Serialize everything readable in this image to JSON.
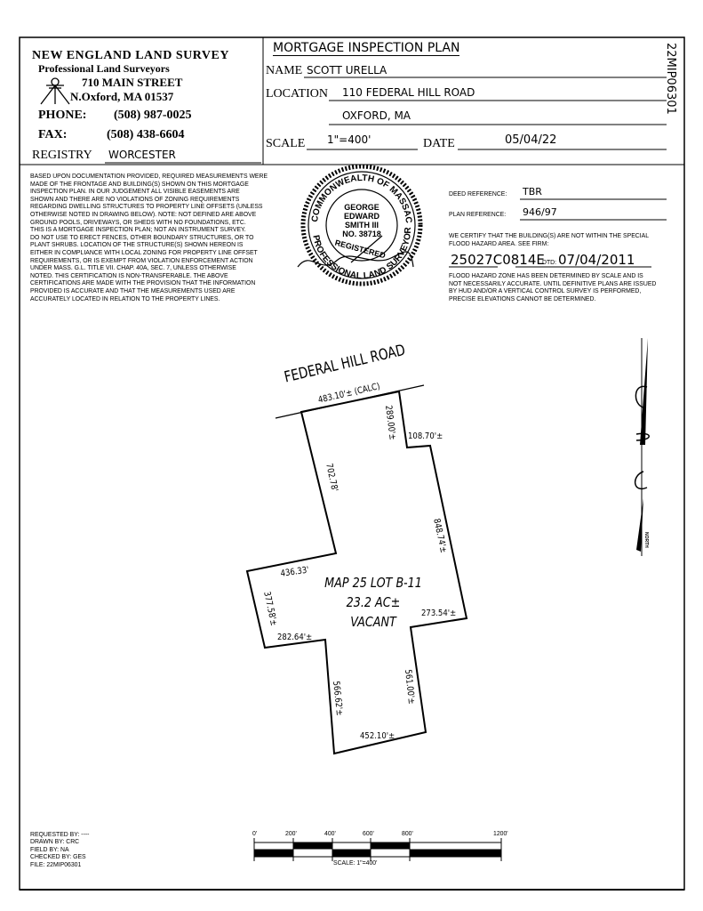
{
  "file_code_vertical": "22MIP06301",
  "company": {
    "name": "NEW ENGLAND LAND SURVEY",
    "subtitle": "Professional Land Surveyors",
    "street": "710 MAIN STREET",
    "city": "N.Oxford, MA   01537",
    "phone_label": "PHONE:",
    "phone": "(508) 987-0025",
    "fax_label": "FAX:",
    "fax": "(508) 438-6604",
    "logo_icon": "surveyor-tripod-icon"
  },
  "registry": {
    "label": "REGISTRY",
    "value": "WORCESTER"
  },
  "plan": {
    "title": "MORTGAGE   INSPECTION   PLAN",
    "name_label": "NAME",
    "name": "SCOTT URELLA",
    "location_label": "LOCATION",
    "location_line1": "110 FEDERAL HILL ROAD",
    "location_line2": "OXFORD, MA",
    "scale_label": "SCALE",
    "scale": "1\"=400'",
    "date_label": "DATE",
    "date": "05/04/22"
  },
  "certification": [
    "BASED UPON DOCUMENTATION PROVIDED, REQUIRED MEASUREMENTS WERE",
    "MADE OF THE FRONTAGE AND BUILDING(S) SHOWN ON THIS MORTGAGE",
    "INSPECTION PLAN. IN OUR JUDGEMENT ALL VISIBLE EASEMENTS ARE",
    "SHOWN AND THERE ARE NO VIOLATIONS OF ZONING REQUIREMENTS",
    "REGARDING DWELLING STRUCTURES TO PROPERTY LINE OFFSETS (UNLESS",
    "OTHERWISE NOTED IN DRAWING BELOW).  NOTE: NOT DEFINED ARE ABOVE",
    "GROUND POOLS, DRIVEWAYS, OR SHEDS WITH NO FOUNDATIONS, ETC.",
    "THIS IS A  MORTGAGE INSPECTION PLAN; NOT AN INSTRUMENT SURVEY.",
    "DO NOT USE TO  ERECT FENCES, OTHER BOUNDARY STRUCTURES, OR TO",
    "PLANT SHRUBS. LOCATION OF THE STRUCTURE(S) SHOWN HEREON IS",
    "EITHER IN COMPLIANCE WITH LOCAL ZONING FOR PROPERTY LINE OFFSET",
    "REQUIREMENTS, OR IS EXEMPT FROM VIOLATION ENFORCEMENT ACTION",
    "UNDER MASS. G.L. TITLE VII. CHAP. 40A, SEC. 7, UNLESS OTHERWISE",
    "NOTED. THIS CERTIFICATION IS NON-TRANSFERABLE. THE ABOVE",
    "CERTIFICATIONS ARE MADE WITH THE PROVISION THAT THE INFORMATION",
    "PROVIDED IS ACCURATE AND THAT THE MEASUREMENTS USED ARE",
    "ACCURATELY LOCATED IN RELATION TO THE   PROPERTY LINES."
  ],
  "seal": {
    "ring_top": "COMMONWEALTH OF MASSACHUSETTS",
    "ring_bottom": "PROFESSIONAL LAND SURVEYOR",
    "name_lines": [
      "GEORGE",
      "EDWARD",
      "SMITH III",
      "NO. 38718"
    ],
    "registered": "REGISTERED"
  },
  "references": {
    "deed_label": "DEED REFERENCE:",
    "deed": "TBR",
    "plan_label": "PLAN REFERENCE:",
    "plan": "946/97",
    "flood_cert": [
      "WE CERTIFY THAT THE BUILDING(S) ARE NOT WITHIN THE SPECIAL",
      "FLOOD HAZARD AREA. SEE FIRM:"
    ],
    "firm": "25027C0814E",
    "dtd_label": "DTD:",
    "firm_date": "07/04/2011",
    "flood_note": [
      "FLOOD HAZARD ZONE HAS BEEN DETERMINED BY SCALE AND IS",
      "NOT NECESSARILY ACCURATE. UNTIL DEFINITIVE PLANS ARE ISSUED",
      "BY HUD AND/OR A VERTICAL CONTROL SURVEY IS PERFORMED,",
      "PRECISE ELEVATIONS CANNOT BE DETERMINED."
    ]
  },
  "drawing": {
    "road": "FEDERAL HILL ROAD",
    "frontage": "483.10'± (CALC)",
    "lot_lines": [
      "MAP 25 LOT B-11",
      "23.2 AC±",
      "VACANT"
    ],
    "dims": {
      "d289": "289.00'±",
      "d108": "108.70'±",
      "d702": "702.78'",
      "d848": "848.74'±",
      "d436": "436.33'",
      "d377": "377.58'±",
      "d282": "282.64'±",
      "d273": "273.54'±",
      "d566": "566.62'±",
      "d561": "561.00'±",
      "d452": "452.10'±"
    },
    "north_label": "NORTH",
    "north_icon": "north-arrow-icon"
  },
  "footer": {
    "requested": "REQUESTED BY: ----",
    "drawn": "DRAWN BY: CRC",
    "field": "FIELD BY: NA",
    "checked": "CHECKED BY: GES",
    "file": "FILE: 22MIP06301"
  },
  "scale_bar": {
    "ticks": [
      "0'",
      "200'",
      "400'",
      "600'",
      "800'",
      "1200'"
    ],
    "label": "SCALE: 1\"=400'"
  }
}
